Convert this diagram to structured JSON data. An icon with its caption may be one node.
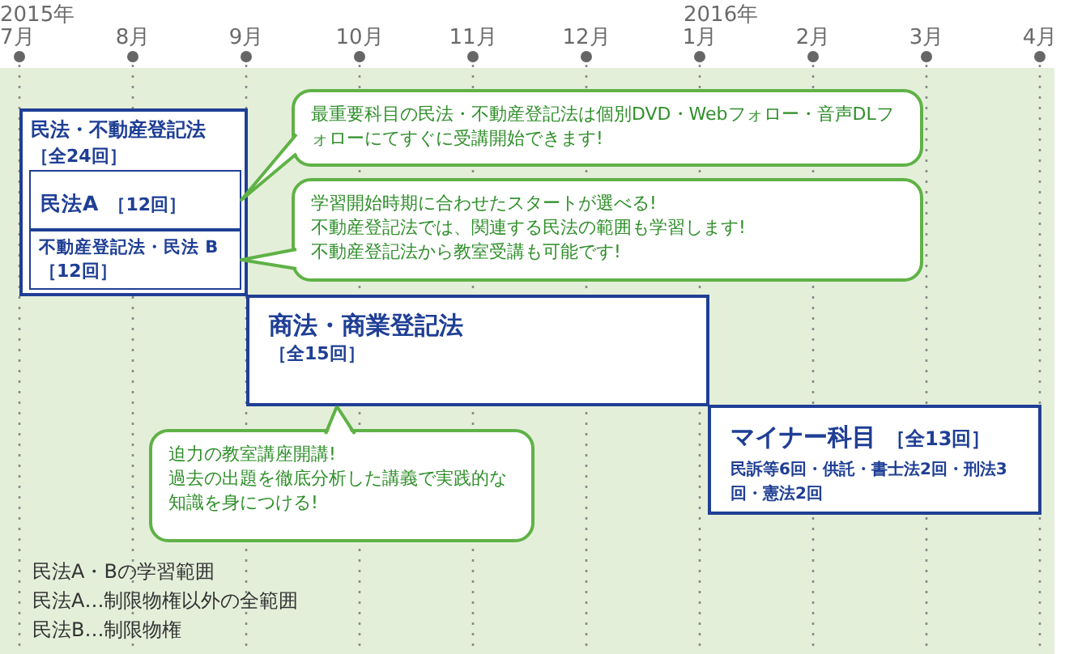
{
  "diagram": {
    "nodes": [
      {
        "text": [
          "民法・不動産登記法",
          "［全24回］"
        ]
      },
      {
        "text": [
          "民法A",
          "［12回］"
        ],
        "in": 0
      },
      {
        "text": [
          "不動産登記法・民法 B",
          "［12回］"
        ],
        "in": 0
      },
      {
        "text": [
          "最重要科目の民法・不動産登記法は個別DVD・Webフォロー・音声DLフォローにてすぐに受講開始できます!"
        ]
      },
      {
        "text": [
          "学習開始時期に合わせたスタートが選べる!",
          "不動産登記法では、関連する民法の範囲も学習します!",
          "不動産登記法から教室受講も可能です!"
        ]
      },
      {
        "text": [
          "商法・商業登記法",
          "［全15回］"
        ]
      },
      {
        "text": [
          "マイナー科目",
          "［全13回］",
          "民訴等6回・供託・書士法2回・刑法3回・憲法2回"
        ]
      },
      {
        "text": [
          "迫力の教室講座開講!",
          "過去の出題を徹底分析した講義で実践的な知識を身につける!"
        ]
      }
    ],
    "edges": [
      {
        "from": 3,
        "to": 1,
        "arrow": "none"
      },
      {
        "from": 4,
        "to": 2,
        "arrow": "none"
      },
      {
        "from": 5,
        "to": 7,
        "arrow": "to"
      }
    ],
    "labels": [
      "2015年",
      "2016年",
      "7月",
      "8月",
      "9月",
      "10月",
      "11月",
      "12月",
      "1月",
      "2月",
      "3月",
      "4月",
      "民法A・Bの学習範囲",
      "民法A…制限物権以外の全範囲",
      "民法B…制限物権"
    ]
  }
}
